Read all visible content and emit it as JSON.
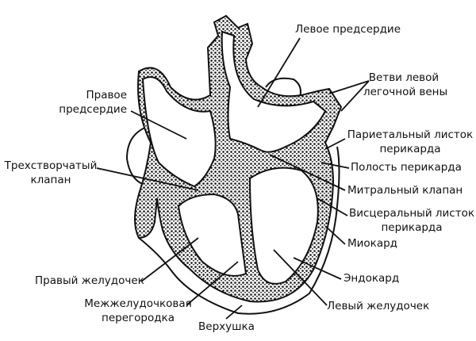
{
  "labels": {
    "left_atrium": "Левое предсердие",
    "pulmonary_veins_1": "Ветви левой",
    "pulmonary_veins_2": "легочной вены",
    "right_atrium_1": "Правое",
    "right_atrium_2": "предсердие",
    "parietal_1": "Париетальный листок",
    "parietal_2": "перикарда",
    "pericardial_cavity": "Полость перикарда",
    "tricuspid_1": "Трехстворчатый",
    "tricuspid_2": "клапан",
    "mitral": "Митральный клапан",
    "visceral_1": "Висцеральный листок",
    "visceral_2": "перикарда",
    "myocardium": "Миокард",
    "endocardium": "Эндокард",
    "right_ventricle": "Правый желудочек",
    "septum_1": "Межжелудочковая",
    "septum_2": "перегородка",
    "left_ventricle": "Левый желудочек",
    "apex": "Верхушка"
  }
}
